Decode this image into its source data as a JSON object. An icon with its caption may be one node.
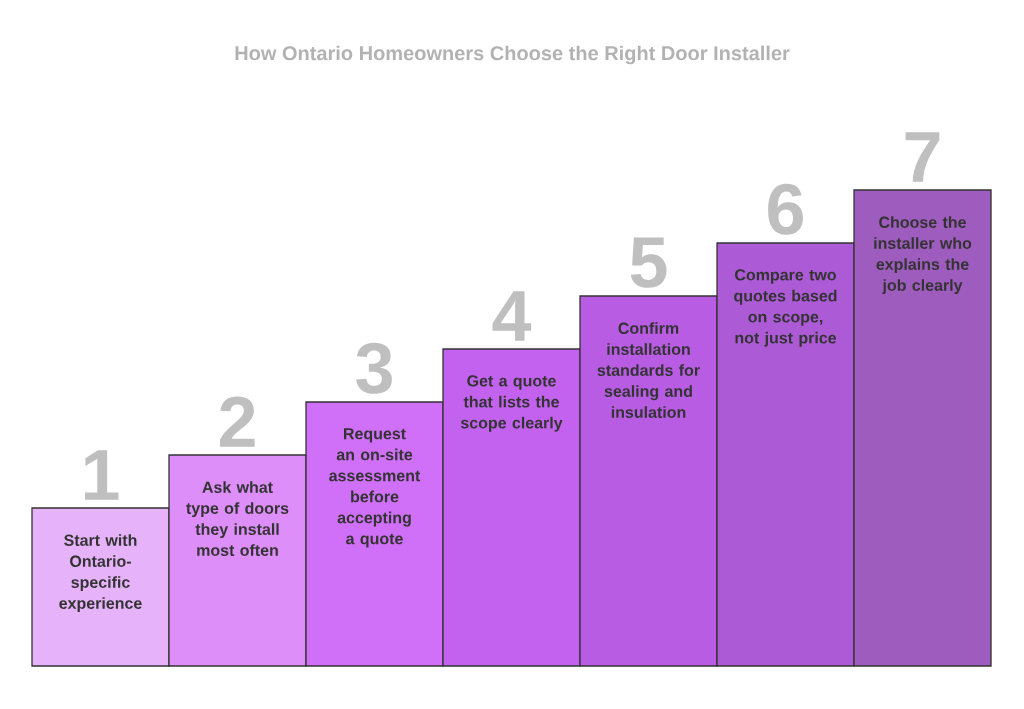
{
  "diagram": {
    "title": "How Ontario Homeowners Choose the Right Door Installer",
    "nodes": [
      {
        "text": [
          "Start with Ontario-specific experience"
        ],
        "beside": [
          "1"
        ]
      },
      {
        "text": [
          "Ask what type of doors they install most often"
        ],
        "beside": [
          "2"
        ]
      },
      {
        "text": [
          "Request an on-site assessment before accepting a quote"
        ],
        "beside": [
          "3"
        ]
      },
      {
        "text": [
          "Get a quote that lists the scope clearly"
        ],
        "beside": [
          "4"
        ]
      },
      {
        "text": [
          "Confirm installation standards for sealing and insulation"
        ],
        "beside": [
          "5"
        ]
      },
      {
        "text": [
          "Compare two quotes based on scope, not just price"
        ],
        "beside": [
          "6"
        ]
      },
      {
        "text": [
          "Choose the installer who explains the job clearly"
        ],
        "beside": [
          "7"
        ]
      }
    ],
    "edges": []
  }
}
